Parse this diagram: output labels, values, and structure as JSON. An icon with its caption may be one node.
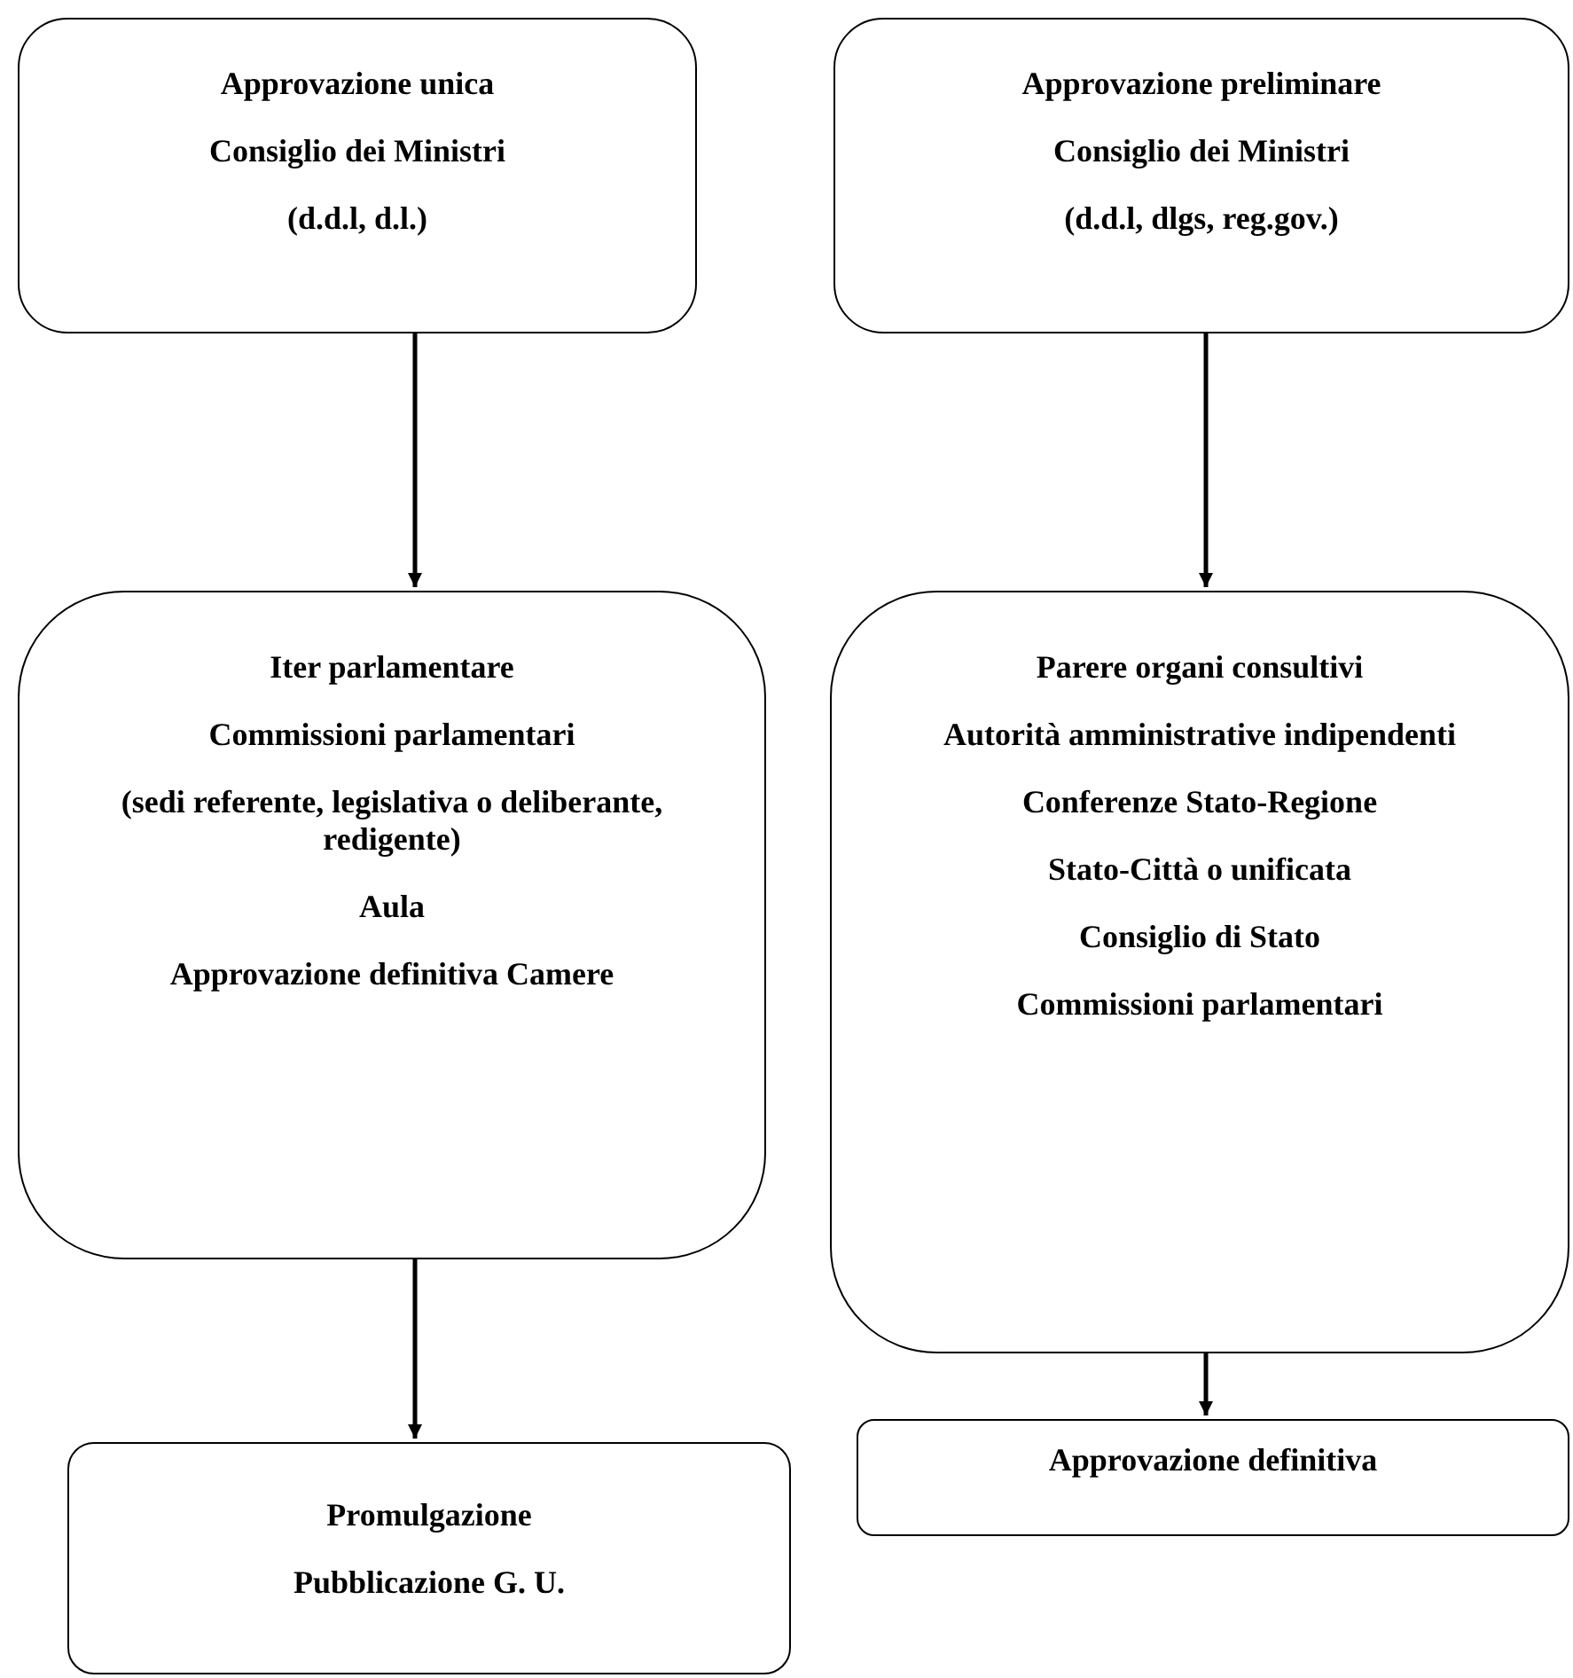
{
  "diagram": {
    "nodes": [
      {
        "text": [
          "Approvazione unica",
          "Consiglio dei Ministri",
          "(d.d.l, d.l.)"
        ]
      },
      {
        "text": [
          "Approvazione preliminare",
          "Consiglio dei Ministri",
          "(d.d.l, dlgs, reg.gov.)"
        ]
      },
      {
        "text": [
          "Iter parlamentare",
          "Commissioni parlamentari",
          "(sedi referente, legislativa o deliberante, redigente)",
          "Aula",
          "Approvazione definitiva Camere"
        ]
      },
      {
        "text": [
          "Parere organi consultivi",
          "Autorità amministrative indipendenti",
          "Conferenze Stato-Regione",
          "Stato-Città o unificata",
          "Consiglio di Stato",
          "Commissioni parlamentari"
        ]
      },
      {
        "text": [
          "Promulgazione",
          "Pubblicazione G. U."
        ]
      },
      {
        "text": [
          "Approvazione definitiva"
        ]
      }
    ],
    "edges": [
      {
        "from": 0,
        "to": 2,
        "arrow": "to"
      },
      {
        "from": 1,
        "to": 3,
        "arrow": "to"
      },
      {
        "from": 2,
        "to": 4,
        "arrow": "to"
      },
      {
        "from": 3,
        "to": 5,
        "arrow": "to"
      }
    ]
  }
}
